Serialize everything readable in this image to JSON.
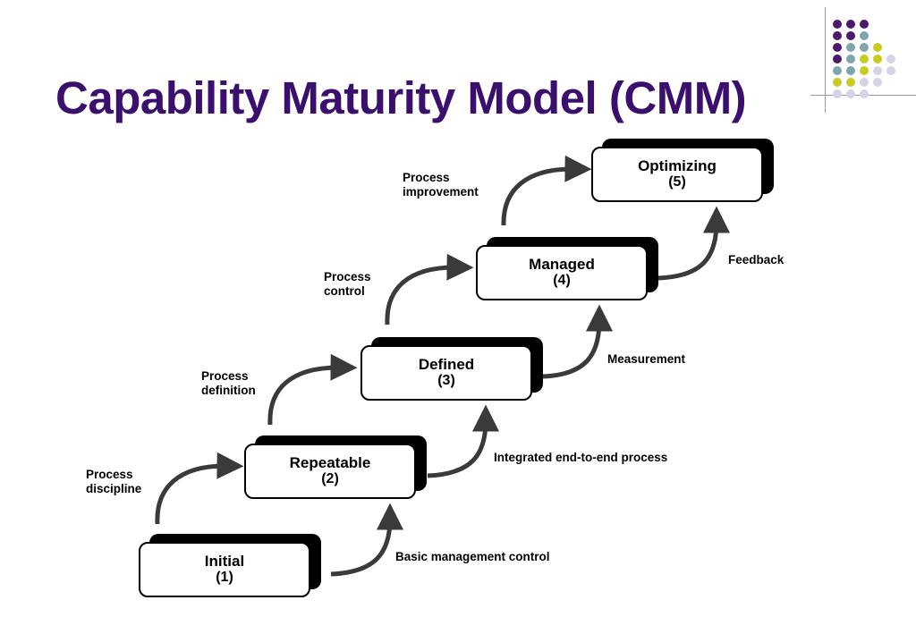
{
  "title": "Capability Maturity Model (CMM)",
  "colors": {
    "title": "#3b0f6e",
    "dot_purple": "#4a1a6b",
    "dot_teal": "#7fa6ad",
    "dot_yellow": "#c8cc22",
    "dot_lavender": "#d6d3e6",
    "arrow": "#3a3a3a"
  },
  "stages": [
    {
      "name": "Initial",
      "number": "(1)"
    },
    {
      "name": "Repeatable",
      "number": "(2)"
    },
    {
      "name": "Defined",
      "number": "(3)"
    },
    {
      "name": "Managed",
      "number": "(4)"
    },
    {
      "name": "Optimizing",
      "number": "(5)"
    }
  ],
  "process_labels": [
    {
      "line1": "Process",
      "line2": "discipline"
    },
    {
      "line1": "Process",
      "line2": "definition"
    },
    {
      "line1": "Process",
      "line2": "control"
    },
    {
      "line1": "Process",
      "line2": "improvement"
    }
  ],
  "result_labels": [
    "Basic management control",
    "Integrated end-to-end process",
    "Measurement",
    "Feedback"
  ]
}
